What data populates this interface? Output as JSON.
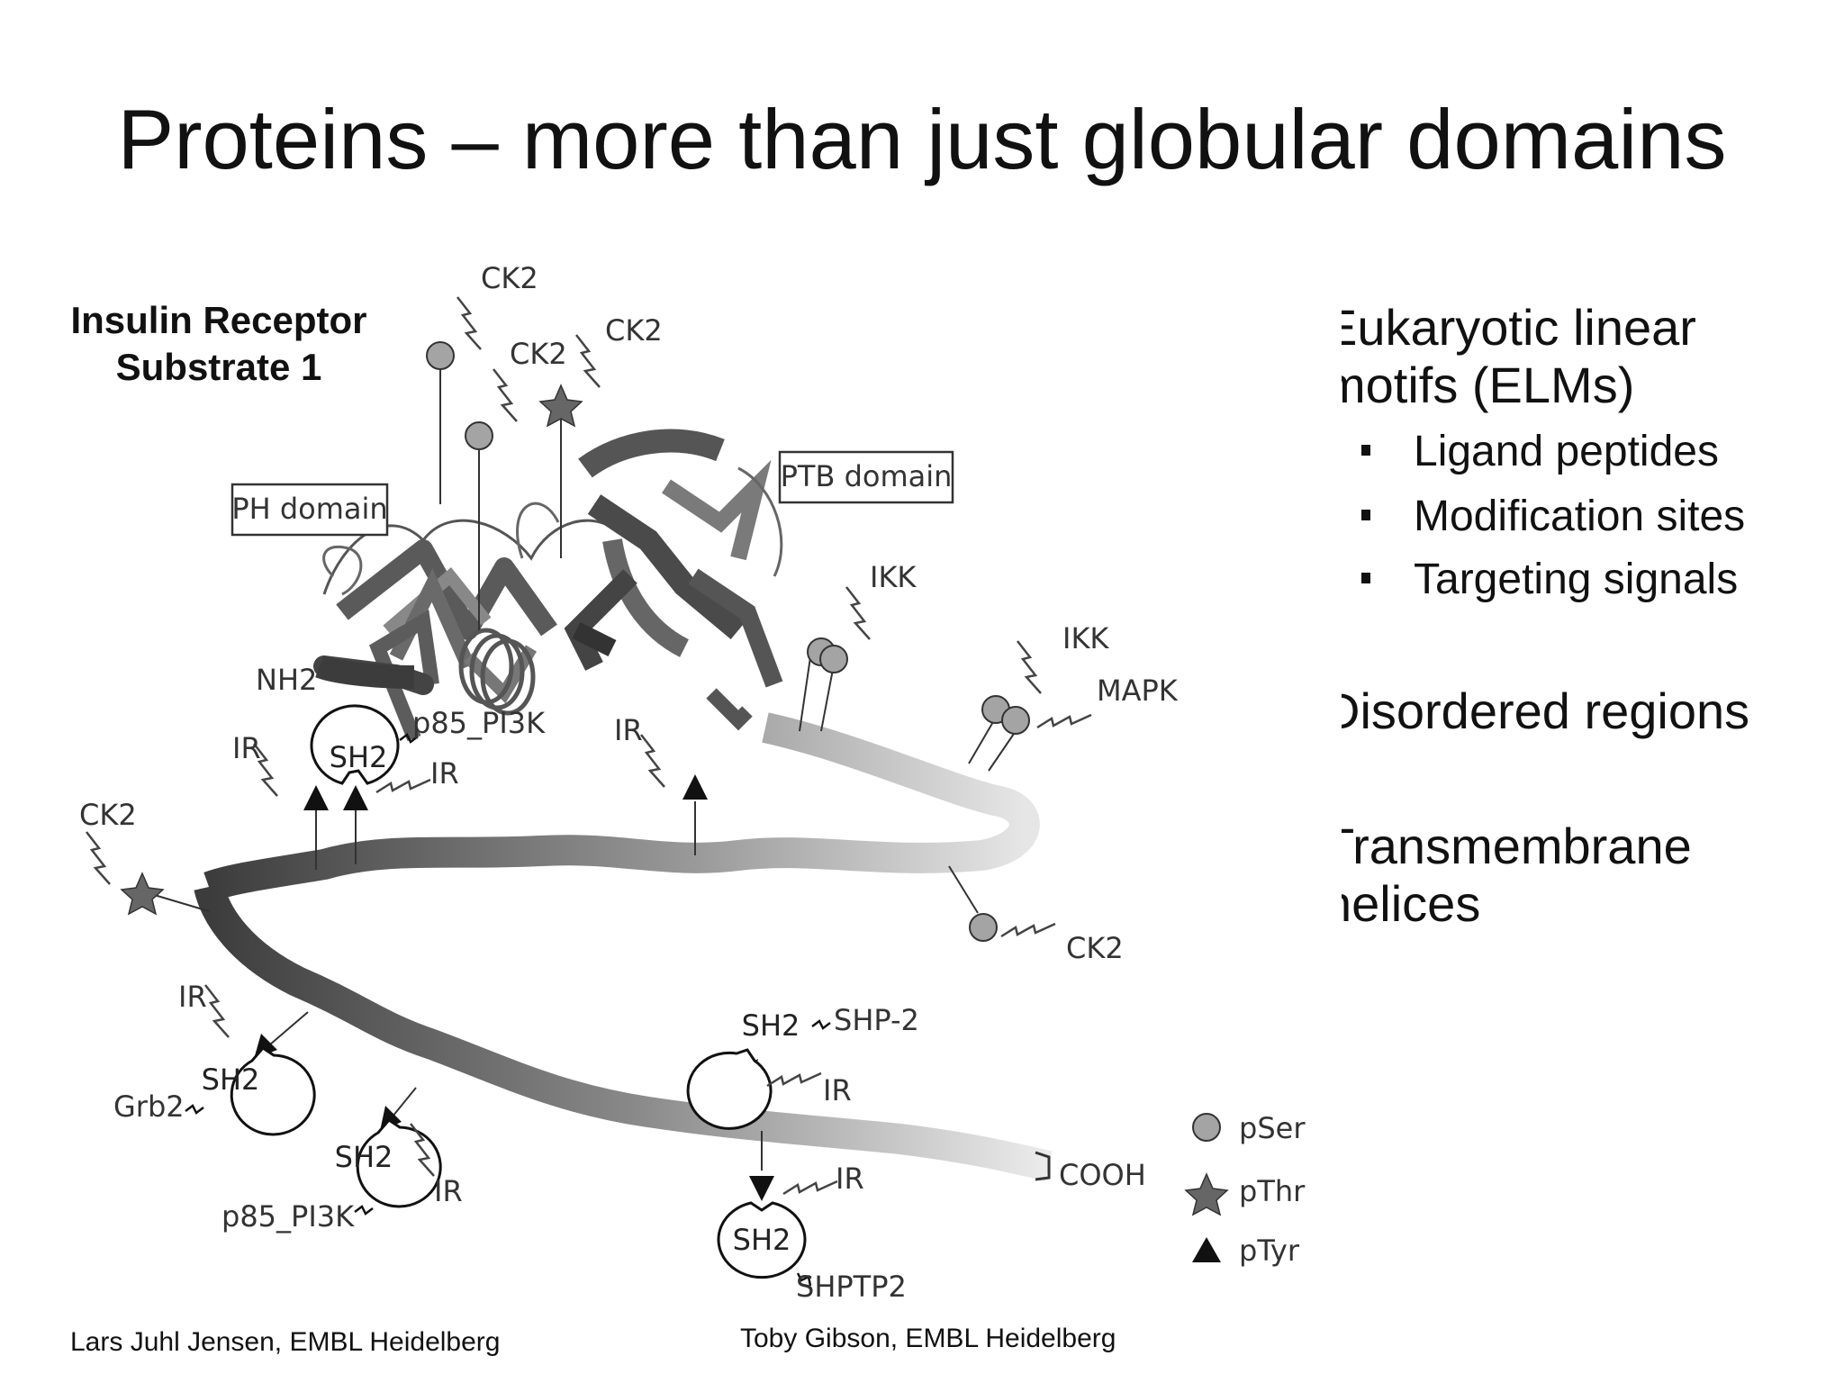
{
  "slide": {
    "title": "Proteins – more than just globular domains",
    "figure_title_line1": "Insulin Receptor",
    "figure_title_line2": "Substrate 1"
  },
  "bullets": {
    "item1_line1": "Eukaryotic linear",
    "item1_line2": "motifs (ELMs)",
    "sub1": "Ligand peptides",
    "sub2": "Modification sites",
    "sub3": "Targeting signals",
    "item2": "Disordered regions",
    "item3_line1": "Transmembrane",
    "item3_line2": "helices"
  },
  "diagram": {
    "domains": {
      "ph": "PH domain",
      "ptb": "PTB domain"
    },
    "termini": {
      "n": "NH2",
      "c": "COOH"
    },
    "sh2": "SH2",
    "kinases": {
      "ck2_a": "CK2",
      "ck2_b": "CK2",
      "ck2_c": "CK2",
      "ck2_d": "CK2",
      "ck2_e": "CK2",
      "ikk_a": "IKK",
      "ikk_b": "IKK",
      "mapk": "MAPK",
      "ir_1": "IR",
      "ir_2": "IR",
      "ir_3": "IR",
      "ir_4": "IR",
      "ir_5": "IR",
      "ir_6": "IR",
      "ir_7": "IR"
    },
    "partners": {
      "p85_top": "p85_PI3K",
      "grb2": "Grb2",
      "p85_bottom": "p85_PI3K",
      "shp2": "SHP-2",
      "shptp2": "SHPTP2"
    },
    "legend": {
      "pser": "pSer",
      "pthr": "pThr",
      "ptyr": "pTyr"
    },
    "colors": {
      "ribbon_dark": "#3c3c3c",
      "ribbon_light": "#e6e6e6",
      "pser_fill": "#a4a4a4",
      "pthr_fill": "#666666"
    }
  },
  "credits": {
    "left": "Lars Juhl Jensen, EMBL Heidelberg",
    "right": "Toby Gibson, EMBL Heidelberg"
  }
}
